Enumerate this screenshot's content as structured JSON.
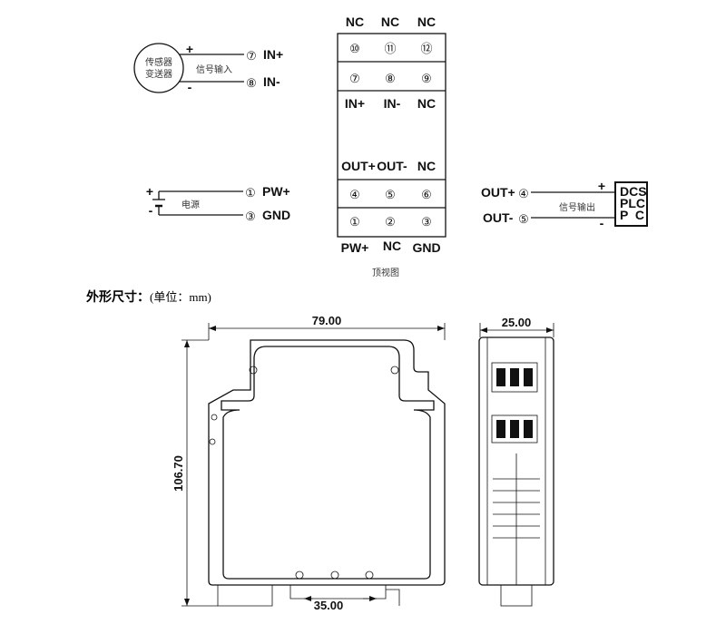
{
  "top_view": {
    "caption": "顶视图",
    "header_labels": [
      "NC",
      "NC",
      "NC"
    ],
    "row1_terminals": [
      "⑩",
      "⑪",
      "⑫"
    ],
    "row2_terminals": [
      "⑦",
      "⑧",
      "⑨"
    ],
    "input_labels": [
      "IN+",
      "IN-",
      "NC"
    ],
    "output_labels": [
      "OUT+",
      "OUT-",
      "NC"
    ],
    "row3_terminals": [
      "④",
      "⑤",
      "⑥"
    ],
    "row4_terminals": [
      "①",
      "②",
      "③"
    ],
    "footer_labels": [
      "PW+",
      "NC",
      "GND"
    ]
  },
  "input_wiring": {
    "sensor_line1": "传感器",
    "sensor_line2": "变送器",
    "signal_label": "信号输入",
    "plus": "+",
    "minus": "-",
    "pin_pos": "⑦",
    "pin_pos_label": "IN+",
    "pin_neg": "⑧",
    "pin_neg_label": "IN-"
  },
  "power_wiring": {
    "label": "电源",
    "plus": "+",
    "minus": "-",
    "pin_pos": "①",
    "pin_pos_label": "PW+",
    "pin_neg": "③",
    "pin_neg_label": "GND"
  },
  "output_wiring": {
    "signal_label": "信号输出",
    "pin_pos": "④",
    "pin_pos_label": "OUT+",
    "pin_neg": "⑤",
    "pin_neg_label": "OUT-",
    "plus": "+",
    "minus": "-",
    "device_lines": [
      "DCS",
      "PLC",
      "P  C"
    ]
  },
  "dimensions": {
    "heading_bold": "外形尺寸：",
    "heading_unit": "(单位：mm)",
    "width": "79.00",
    "height": "106.70",
    "rail": "35.00",
    "depth": "25.00"
  }
}
